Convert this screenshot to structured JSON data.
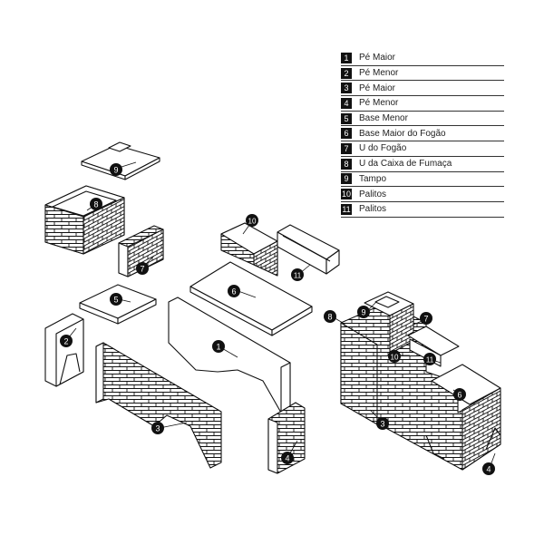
{
  "legend": [
    {
      "num": "1",
      "label": "Pé Maior"
    },
    {
      "num": "2",
      "label": "Pé Menor"
    },
    {
      "num": "3",
      "label": "Pé Maior"
    },
    {
      "num": "4",
      "label": "Pé Menor"
    },
    {
      "num": "5",
      "label": "Base Menor"
    },
    {
      "num": "6",
      "label": "Base Maior do Fogão"
    },
    {
      "num": "7",
      "label": "U do Fogão"
    },
    {
      "num": "8",
      "label": "U da Caixa de Fumaça"
    },
    {
      "num": "9",
      "label": "Tampo"
    },
    {
      "num": "10",
      "label": "Palitos"
    },
    {
      "num": "11",
      "label": "Palitos"
    }
  ],
  "callouts": {
    "c1": "1",
    "c2": "2",
    "c3": "3",
    "c4": "4",
    "c5": "5",
    "c6": "6",
    "c7": "7",
    "c8": "8",
    "c9": "9",
    "c10": "10",
    "c11": "11"
  },
  "colors": {
    "line": "#111111",
    "callout": "#111111",
    "slab": "#ffffff"
  }
}
